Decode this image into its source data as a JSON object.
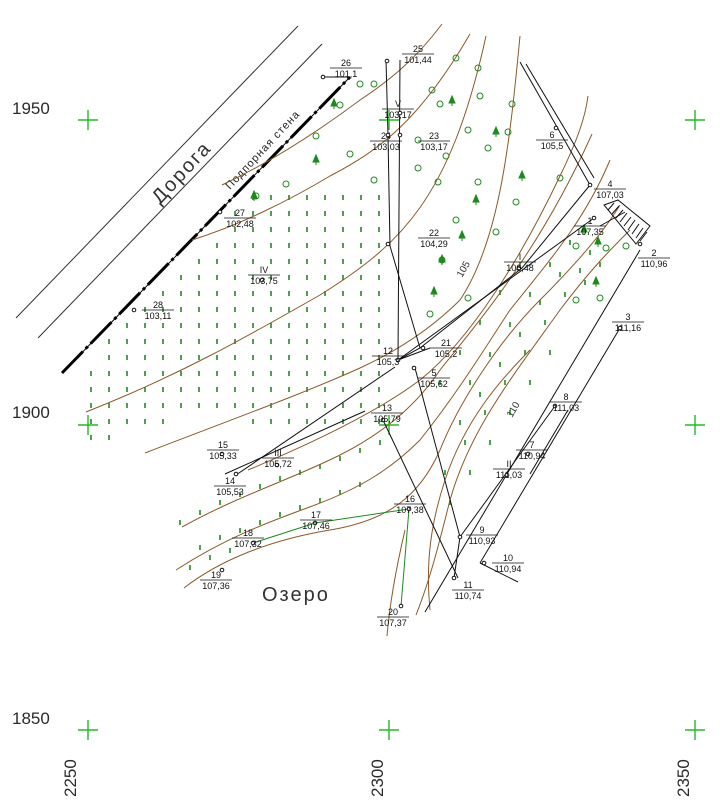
{
  "grid": {
    "y_labels": [
      "1950",
      "1900",
      "1850"
    ],
    "x_labels": [
      "2250",
      "2300",
      "2350"
    ]
  },
  "place_names": {
    "road": "Дорога",
    "retaining_wall": "Подпорная стена",
    "lake": "Озеро"
  },
  "contour_labels": [
    "105",
    "110"
  ],
  "points": [
    {
      "num": "26",
      "elev": "101,1"
    },
    {
      "num": "25",
      "elev": "101,44"
    },
    {
      "num": "V",
      "elev": "103,17"
    },
    {
      "num": "24",
      "elev": "103,03"
    },
    {
      "num": "23",
      "elev": "103,17"
    },
    {
      "num": "6",
      "elev": "105,5"
    },
    {
      "num": "4",
      "elev": "107,03"
    },
    {
      "num": "1",
      "elev": "107,35"
    },
    {
      "num": "2",
      "elev": "110,96"
    },
    {
      "num": "27",
      "elev": "102,48"
    },
    {
      "num": "22",
      "elev": "104,29"
    },
    {
      "num": "I",
      "elev": "106,48"
    },
    {
      "num": "IV",
      "elev": "103,75"
    },
    {
      "num": "28",
      "elev": "103,11"
    },
    {
      "num": "3",
      "elev": "111,16"
    },
    {
      "num": "12",
      "elev": "105,3"
    },
    {
      "num": "21",
      "elev": "105,2"
    },
    {
      "num": "5",
      "elev": "105,62"
    },
    {
      "num": "8",
      "elev": "111,03"
    },
    {
      "num": "13",
      "elev": "105,79"
    },
    {
      "num": "7",
      "elev": "110,94"
    },
    {
      "num": "15",
      "elev": "105,33"
    },
    {
      "num": "III",
      "elev": "105,72"
    },
    {
      "num": "II",
      "elev": "111,03"
    },
    {
      "num": "14",
      "elev": "105,53"
    },
    {
      "num": "16",
      "elev": "107,38"
    },
    {
      "num": "17",
      "elev": "107,46"
    },
    {
      "num": "9",
      "elev": "110,93"
    },
    {
      "num": "18",
      "elev": "107,32"
    },
    {
      "num": "10",
      "elev": "110,94"
    },
    {
      "num": "19",
      "elev": "107,36"
    },
    {
      "num": "11",
      "elev": "110,74"
    },
    {
      "num": "20",
      "elev": "107,37"
    }
  ],
  "colors": {
    "grid_cross": "#22bb22",
    "contour": "#8b5a2b",
    "vegetation": "#1e8a1e",
    "traverse": "#111111"
  }
}
